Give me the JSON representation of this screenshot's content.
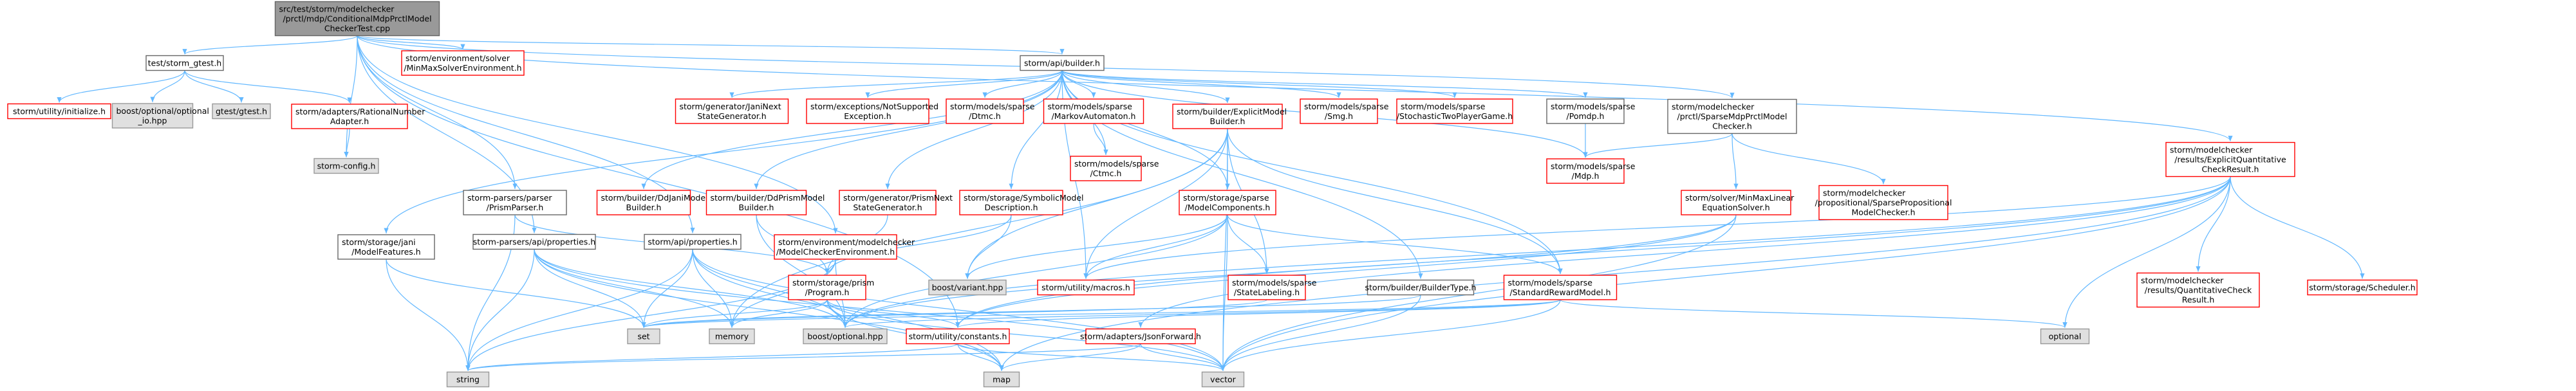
{
  "colors": {
    "root_fill": "#999999",
    "red_border": "#ff0000",
    "normal_border": "#666666",
    "gray_fill": "#e0e0e0",
    "gray_border": "#999999",
    "edge": "#63b8ff"
  },
  "nodes": [
    {
      "id": "root",
      "kind": "root",
      "lines": [
        "src/test/storm/modelchecker",
        "/prctl/mdp/ConditionalMdpPrctlModel",
        "CheckerTest.cpp"
      ]
    },
    {
      "id": "test_gtest",
      "kind": "normal",
      "lines": [
        "test/storm_gtest.h"
      ]
    },
    {
      "id": "utility_initialize",
      "kind": "red",
      "lines": [
        "storm/utility/initialize.h"
      ]
    },
    {
      "id": "boost_optional_io",
      "kind": "gray",
      "lines": [
        "boost/optional/optional",
        "_io.hpp"
      ]
    },
    {
      "id": "gtest",
      "kind": "gray",
      "lines": [
        "gtest/gtest.h"
      ]
    },
    {
      "id": "rational_adapter",
      "kind": "red",
      "lines": [
        "storm/adapters/RationalNumber",
        "Adapter.h"
      ]
    },
    {
      "id": "storm_config",
      "kind": "gray",
      "lines": [
        "storm-config.h"
      ]
    },
    {
      "id": "minmax_env",
      "kind": "red",
      "lines": [
        "storm/environment/solver",
        "/MinMaxSolverEnvironment.h"
      ]
    },
    {
      "id": "prism_parser",
      "kind": "normal",
      "lines": [
        "storm-parsers/parser",
        "/PrismParser.h"
      ]
    },
    {
      "id": "parsers_api_props",
      "kind": "normal",
      "lines": [
        "storm-parsers/api/properties.h"
      ]
    },
    {
      "id": "api_props",
      "kind": "normal",
      "lines": [
        "storm/api/properties.h"
      ]
    },
    {
      "id": "mc_env",
      "kind": "red",
      "lines": [
        "storm/environment/modelchecker",
        "/ModelCheckerEnvironment.h"
      ]
    },
    {
      "id": "api_builder",
      "kind": "normal",
      "lines": [
        "storm/api/builder.h"
      ]
    },
    {
      "id": "jani_next",
      "kind": "red",
      "lines": [
        "storm/generator/JaniNext",
        "StateGenerator.h"
      ]
    },
    {
      "id": "not_supported",
      "kind": "red",
      "lines": [
        "storm/exceptions/NotSupported",
        "Exception.h"
      ]
    },
    {
      "id": "dtmc",
      "kind": "red",
      "lines": [
        "storm/models/sparse",
        "/Dtmc.h"
      ]
    },
    {
      "id": "markov",
      "kind": "red",
      "lines": [
        "storm/models/sparse",
        "/MarkovAutomaton.h"
      ]
    },
    {
      "id": "explicit_builder",
      "kind": "red",
      "lines": [
        "storm/builder/ExplicitModel",
        "Builder.h"
      ]
    },
    {
      "id": "smg",
      "kind": "red",
      "lines": [
        "storm/models/sparse",
        "/Smg.h"
      ]
    },
    {
      "id": "stochastic_game",
      "kind": "red",
      "lines": [
        "storm/models/sparse",
        "/StochasticTwoPlayerGame.h"
      ]
    },
    {
      "id": "pomdp",
      "kind": "normal",
      "lines": [
        "storm/models/sparse",
        "/Pomdp.h"
      ]
    },
    {
      "id": "sparse_mdp_checker",
      "kind": "normal",
      "lines": [
        "storm/modelchecker",
        "/prctl/SparseMdpPrctlModel",
        "Checker.h"
      ]
    },
    {
      "id": "explicit_quant",
      "kind": "red",
      "lines": [
        "storm/modelchecker",
        "/results/ExplicitQuantitative",
        "CheckResult.h"
      ]
    },
    {
      "id": "dd_jani",
      "kind": "red",
      "lines": [
        "storm/builder/DdJaniModel",
        "Builder.h"
      ]
    },
    {
      "id": "dd_prism",
      "kind": "red",
      "lines": [
        "storm/builder/DdPrismModel",
        "Builder.h"
      ]
    },
    {
      "id": "prism_next",
      "kind": "red",
      "lines": [
        "storm/generator/PrismNext",
        "StateGenerator.h"
      ]
    },
    {
      "id": "symbolic_desc",
      "kind": "red",
      "lines": [
        "storm/storage/SymbolicModel",
        "Description.h"
      ]
    },
    {
      "id": "ctmc",
      "kind": "red",
      "lines": [
        "storm/models/sparse",
        "/Ctmc.h"
      ]
    },
    {
      "id": "model_components",
      "kind": "red",
      "lines": [
        "storm/storage/sparse",
        "/ModelComponents.h"
      ]
    },
    {
      "id": "mdp",
      "kind": "red",
      "lines": [
        "storm/models/sparse",
        "/Mdp.h"
      ]
    },
    {
      "id": "minmax_solver",
      "kind": "red",
      "lines": [
        "storm/solver/MinMaxLinear",
        "EquationSolver.h"
      ]
    },
    {
      "id": "sparse_prop",
      "kind": "red",
      "lines": [
        "storm/modelchecker",
        "/propositional/SparsePropositional",
        "ModelChecker.h"
      ]
    },
    {
      "id": "jani_features",
      "kind": "normal",
      "lines": [
        "storm/storage/jani",
        "/ModelFeatures.h"
      ]
    },
    {
      "id": "prism_program",
      "kind": "red",
      "lines": [
        "storm/storage/prism",
        "/Program.h"
      ]
    },
    {
      "id": "boost_variant",
      "kind": "gray",
      "lines": [
        "boost/variant.hpp"
      ]
    },
    {
      "id": "utility_macros",
      "kind": "red",
      "lines": [
        "storm/utility/macros.h"
      ]
    },
    {
      "id": "state_labeling",
      "kind": "red",
      "lines": [
        "storm/models/sparse",
        "/StateLabeling.h"
      ]
    },
    {
      "id": "builder_type",
      "kind": "normal",
      "lines": [
        "storm/builder/BuilderType.h"
      ]
    },
    {
      "id": "reward_model",
      "kind": "red",
      "lines": [
        "storm/models/sparse",
        "/StandardRewardModel.h"
      ]
    },
    {
      "id": "quant_check",
      "kind": "red",
      "lines": [
        "storm/modelchecker",
        "/results/QuantitativeCheck",
        "Result.h"
      ]
    },
    {
      "id": "scheduler",
      "kind": "red",
      "lines": [
        "storm/storage/Scheduler.h"
      ]
    },
    {
      "id": "set",
      "kind": "gray",
      "lines": [
        "set"
      ]
    },
    {
      "id": "memory",
      "kind": "gray",
      "lines": [
        "memory"
      ]
    },
    {
      "id": "boost_optional",
      "kind": "gray",
      "lines": [
        "boost/optional.hpp"
      ]
    },
    {
      "id": "utility_constants",
      "kind": "red",
      "lines": [
        "storm/utility/constants.h"
      ]
    },
    {
      "id": "json_forward",
      "kind": "red",
      "lines": [
        "storm/adapters/JsonForward.h"
      ]
    },
    {
      "id": "optional",
      "kind": "gray",
      "lines": [
        "optional"
      ]
    },
    {
      "id": "string",
      "kind": "gray",
      "lines": [
        "string"
      ]
    },
    {
      "id": "map",
      "kind": "gray",
      "lines": [
        "map"
      ]
    },
    {
      "id": "vector",
      "kind": "gray",
      "lines": [
        "vector"
      ]
    }
  ],
  "edges": [
    [
      "root",
      "test_gtest"
    ],
    [
      "root",
      "minmax_env"
    ],
    [
      "root",
      "storm_config"
    ],
    [
      "root",
      "prism_parser"
    ],
    [
      "root",
      "parsers_api_props"
    ],
    [
      "root",
      "api_props"
    ],
    [
      "root",
      "mc_env"
    ],
    [
      "root",
      "api_builder"
    ],
    [
      "root",
      "sparse_mdp_checker"
    ],
    [
      "root",
      "explicit_quant"
    ],
    [
      "root",
      "utility_constants"
    ],
    [
      "test_gtest",
      "utility_initialize"
    ],
    [
      "test_gtest",
      "boost_optional_io"
    ],
    [
      "test_gtest",
      "gtest"
    ],
    [
      "test_gtest",
      "rational_adapter"
    ],
    [
      "rational_adapter",
      "storm_config"
    ],
    [
      "prism_parser",
      "prism_program"
    ],
    [
      "prism_parser",
      "string"
    ],
    [
      "parsers_api_props",
      "set"
    ],
    [
      "parsers_api_props",
      "string"
    ],
    [
      "parsers_api_props",
      "map"
    ],
    [
      "parsers_api_props",
      "vector"
    ],
    [
      "parsers_api_props",
      "boost_optional"
    ],
    [
      "parsers_api_props",
      "memory"
    ],
    [
      "api_props",
      "set"
    ],
    [
      "api_props",
      "string"
    ],
    [
      "api_props",
      "map"
    ],
    [
      "api_props",
      "vector"
    ],
    [
      "api_props",
      "boost_optional"
    ],
    [
      "api_props",
      "memory"
    ],
    [
      "mc_env",
      "memory"
    ],
    [
      "mc_env",
      "boost_optional"
    ],
    [
      "mc_env",
      "string"
    ],
    [
      "api_builder",
      "jani_features"
    ],
    [
      "api_builder",
      "jani_next"
    ],
    [
      "api_builder",
      "not_supported"
    ],
    [
      "api_builder",
      "dtmc"
    ],
    [
      "api_builder",
      "markov"
    ],
    [
      "api_builder",
      "explicit_builder"
    ],
    [
      "api_builder",
      "smg"
    ],
    [
      "api_builder",
      "stochastic_game"
    ],
    [
      "api_builder",
      "pomdp"
    ],
    [
      "api_builder",
      "dd_jani"
    ],
    [
      "api_builder",
      "dd_prism"
    ],
    [
      "api_builder",
      "prism_next"
    ],
    [
      "api_builder",
      "symbolic_desc"
    ],
    [
      "api_builder",
      "ctmc"
    ],
    [
      "api_builder",
      "model_components"
    ],
    [
      "api_builder",
      "mdp"
    ],
    [
      "api_builder",
      "utility_macros"
    ],
    [
      "api_builder",
      "builder_type"
    ],
    [
      "api_builder",
      "reward_model"
    ],
    [
      "markov",
      "ctmc"
    ],
    [
      "pomdp",
      "mdp"
    ],
    [
      "dd_prism",
      "prism_program"
    ],
    [
      "dd_prism",
      "boost_optional"
    ],
    [
      "prism_next",
      "prism_program"
    ],
    [
      "symbolic_desc",
      "prism_program"
    ],
    [
      "symbolic_desc",
      "boost_variant"
    ],
    [
      "explicit_builder",
      "model_components"
    ],
    [
      "explicit_builder",
      "utility_macros"
    ],
    [
      "explicit_builder",
      "state_labeling"
    ],
    [
      "explicit_builder",
      "reward_model"
    ],
    [
      "explicit_builder",
      "boost_variant"
    ],
    [
      "explicit_builder",
      "vector"
    ],
    [
      "explicit_builder",
      "memory"
    ],
    [
      "model_components",
      "state_labeling"
    ],
    [
      "model_components",
      "reward_model"
    ],
    [
      "model_components",
      "boost_optional"
    ],
    [
      "model_components",
      "boost_variant"
    ],
    [
      "model_components",
      "vector"
    ],
    [
      "model_components",
      "utility_macros"
    ],
    [
      "prism_program",
      "boost_optional"
    ],
    [
      "prism_program",
      "utility_constants"
    ],
    [
      "prism_program",
      "set"
    ],
    [
      "prism_program",
      "map"
    ],
    [
      "prism_program",
      "vector"
    ],
    [
      "prism_program",
      "memory"
    ],
    [
      "jani_features",
      "string"
    ],
    [
      "jani_features",
      "set"
    ],
    [
      "sparse_mdp_checker",
      "mdp"
    ],
    [
      "sparse_mdp_checker",
      "minmax_solver"
    ],
    [
      "sparse_mdp_checker",
      "sparse_prop"
    ],
    [
      "minmax_solver",
      "vector"
    ],
    [
      "minmax_solver",
      "boost_optional"
    ],
    [
      "minmax_solver",
      "utility_constants"
    ],
    [
      "explicit_quant",
      "quant_check"
    ],
    [
      "explicit_quant",
      "scheduler"
    ],
    [
      "explicit_quant",
      "optional"
    ],
    [
      "explicit_quant",
      "vector"
    ],
    [
      "explicit_quant",
      "boost_optional"
    ],
    [
      "explicit_quant",
      "json_forward"
    ],
    [
      "explicit_quant",
      "utility_macros"
    ],
    [
      "explicit_quant",
      "utility_constants"
    ],
    [
      "explicit_quant",
      "map"
    ],
    [
      "builder_type",
      "vector"
    ],
    [
      "builder_type",
      "set"
    ],
    [
      "reward_model",
      "boost_optional"
    ],
    [
      "reward_model",
      "set"
    ],
    [
      "reward_model",
      "vector"
    ],
    [
      "reward_model",
      "optional"
    ],
    [
      "reward_model",
      "utility_constants"
    ],
    [
      "state_labeling",
      "set"
    ],
    [
      "utility_constants",
      "vector"
    ],
    [
      "utility_constants",
      "map"
    ],
    [
      "utility_constants",
      "string"
    ],
    [
      "json_forward",
      "map"
    ],
    [
      "json_forward",
      "string"
    ],
    [
      "json_forward",
      "vector"
    ]
  ]
}
